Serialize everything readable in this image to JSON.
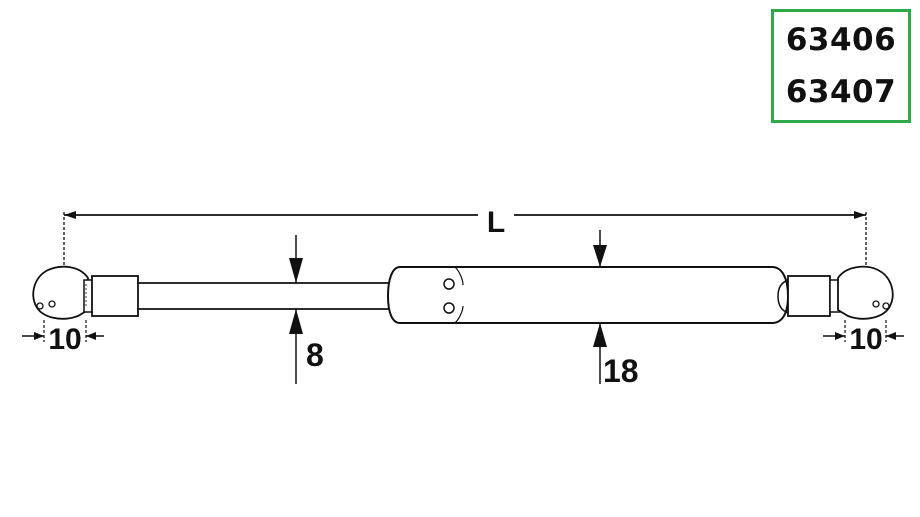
{
  "part_numbers": [
    "63406",
    "63407"
  ],
  "dimensions": {
    "length": "L",
    "end_left": "10",
    "end_right": "10",
    "rod_diameter": "8",
    "body_diameter": "18"
  },
  "colors": {
    "box_border": "#2eaa4a",
    "line": "#111111"
  }
}
